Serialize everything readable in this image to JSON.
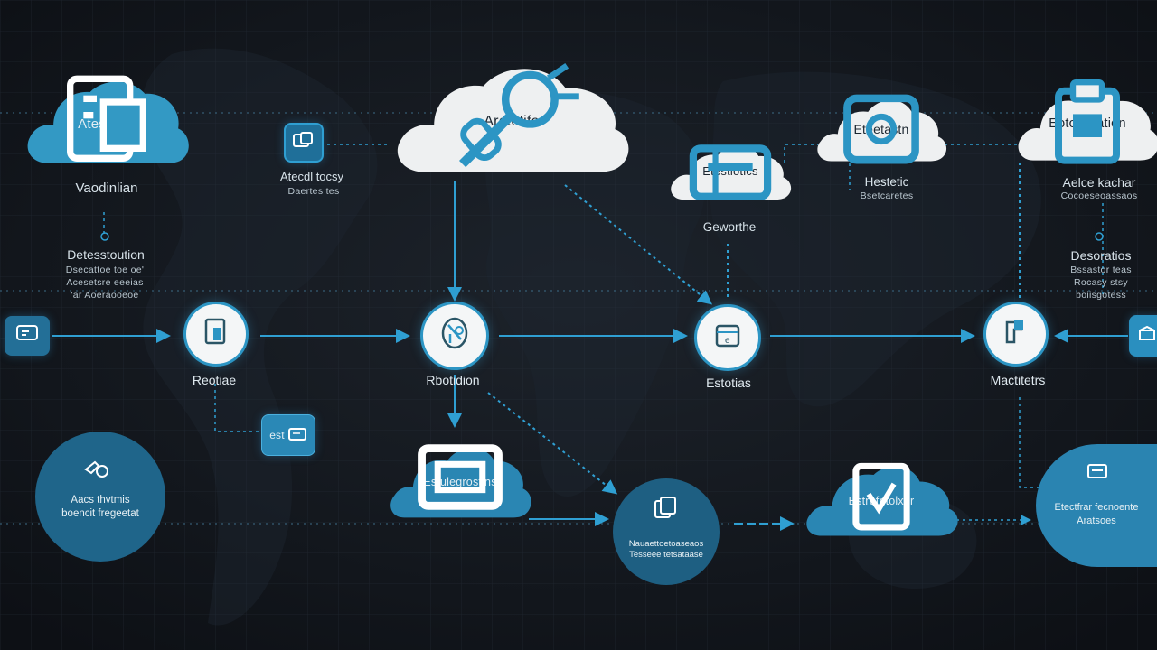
{
  "accent": "#2c95c4",
  "background": "#12161d",
  "top_clouds": [
    {
      "label": "Atestiatio",
      "icon": "document-icon"
    },
    {
      "label": "Aretetife",
      "icon": "wrench-icon"
    },
    {
      "label": "Etestiotics",
      "icon": "server-icon"
    },
    {
      "label": "Eteetastn",
      "icon": "gear-box-icon"
    },
    {
      "label": "Eotosscation",
      "icon": "clipboard-icon"
    }
  ],
  "bottom_clouds": [
    {
      "label": "Estulegrostins",
      "icon": "monitor-icon"
    },
    {
      "label": "Estrofntolxer",
      "icon": "hand-icon"
    }
  ],
  "left_panel": {
    "title": "Vaodinlian",
    "subtitle": "Detesstoution",
    "lines": [
      "Dsecattoe toe oe'",
      "Acesetsre eeeias",
      "'ar Aoeraooeoe"
    ]
  },
  "small_box": {
    "title": "Atecdl tocsy",
    "caption": "Daertes tes"
  },
  "gearworks": {
    "label": "Geworthe"
  },
  "hexact": {
    "title": "Hestetic",
    "caption": "Bsetcaretes"
  },
  "right_panel": {
    "title": "Aelce kachar",
    "caption": "Cocoeseoassaos",
    "subtitle": "Desoratios",
    "lines": [
      "Bssastor teas",
      "Rocasy stsy",
      "boiisgotess"
    ]
  },
  "nodes": [
    {
      "label": "Reotiae",
      "icon": "file-icon"
    },
    {
      "label": "Rbotidion",
      "icon": "shield-icon"
    },
    {
      "label": "Estotias",
      "icon": "database-icon"
    },
    {
      "label": "Mactitetrs",
      "icon": "tool-icon"
    }
  ],
  "small_tile": {
    "label": "est"
  },
  "big_circles": [
    {
      "lines": [
        "Aacs thvtmis",
        "boencit fregeetat"
      ]
    },
    {
      "lines": [
        "Nauaettoetoaseaos",
        "Tesseee tetsataase"
      ]
    },
    {
      "lines": [
        "Etectfrar fecnoente",
        "Aratsoes"
      ]
    }
  ]
}
